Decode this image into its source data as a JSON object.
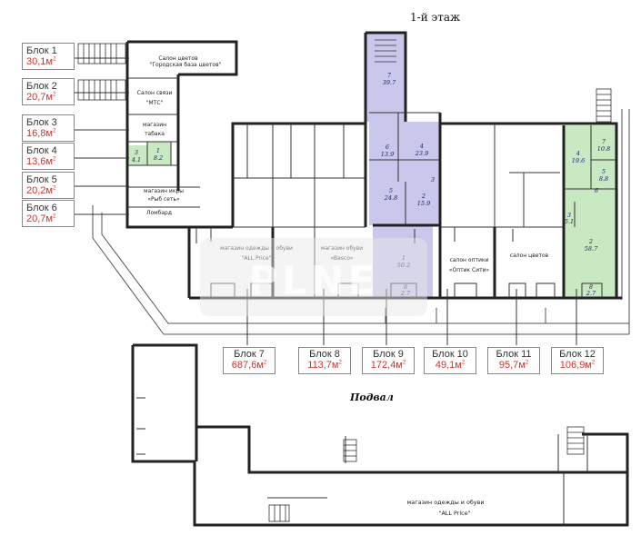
{
  "plan": {
    "floor_title": "1-й этаж",
    "basement_title": "Подвал",
    "watermark": "PLNE",
    "colors": {
      "purple_fill": "#c9c7eb",
      "green_fill": "#c9e9c3",
      "area_red": "#d0342c",
      "wall": "#222222"
    }
  },
  "blocks_left": [
    {
      "name": "Блок 1",
      "area": "30,1м",
      "sup": "2"
    },
    {
      "name": "Блок 2",
      "area": "20,7м",
      "sup": "2"
    },
    {
      "name": "Блок 3",
      "area": "16,8м",
      "sup": "2"
    },
    {
      "name": "Блок 4",
      "area": "13,6м",
      "sup": "2"
    },
    {
      "name": "Блок 5",
      "area": "20,2м",
      "sup": "2"
    },
    {
      "name": "Блок 6",
      "area": "20,7м",
      "sup": "2"
    }
  ],
  "blocks_bottom": [
    {
      "name": "Блок 7",
      "area": "687,6м",
      "sup": "2"
    },
    {
      "name": "Блок 8",
      "area": "113,7м",
      "sup": "2"
    },
    {
      "name": "Блок 9",
      "area": "172,4м",
      "sup": "2"
    },
    {
      "name": "Блок 10",
      "area": "49,1м",
      "sup": "2"
    },
    {
      "name": "Блок 11",
      "area": "95,7м",
      "sup": "2"
    },
    {
      "name": "Блок 12",
      "area": "106,9м",
      "sup": "2"
    }
  ],
  "rooms": {
    "salon_cvetov_top_1": "Салон цветов",
    "salon_cvetov_top_2": "\"Городская база цветов\"",
    "salon_svyazi_1": "Салон связи",
    "salon_svyazi_2": "\"МТС\"",
    "tabak_1": "магазин",
    "tabak_2": "табака",
    "ikra_1": "магазин икры",
    "ikra_2": "«Рыб сеть»",
    "lombard": "Ломбард",
    "allprice_1": "магазин одежды и обуви",
    "allprice_2": "\"ALL Price\"",
    "obuv_1": "магазин обуви",
    "obuv_2": "«Basco»",
    "optika_1": "салон оптики",
    "optika_2": "«Оптик Сити»",
    "cvety": "салон цветов",
    "basement_shop_1": "магазин одежды и обуви",
    "basement_shop_2": "\"ALL Price\""
  },
  "room_numbers": {
    "p7_n": "7",
    "p7_a": "39.7",
    "p6_n": "6",
    "p6_a": "13.9",
    "p4_n": "4",
    "p4_a": "23.9",
    "p5_n": "5",
    "p5_a": "24.8",
    "p2_n": "2",
    "p2_a": "15.9",
    "p1_n": "1",
    "p1_a": "50.2",
    "p8_n": "8",
    "p8_a": "2.7",
    "p3_n": "3",
    "g7_n": "7",
    "g7_a": "10.8",
    "g4_n": "4",
    "g4_a": "19.6",
    "g5_n": "5",
    "g5_a": "8.8",
    "g6_n": "6",
    "g3_n": "3",
    "g3_a": "5.1",
    "g2_n": "2",
    "g2_a": "58.7",
    "g8_n": "8",
    "g8_a": "2.7",
    "l3_n": "3",
    "l3_a": "4.1",
    "l1_n": "1",
    "l1_a": "8.2"
  }
}
